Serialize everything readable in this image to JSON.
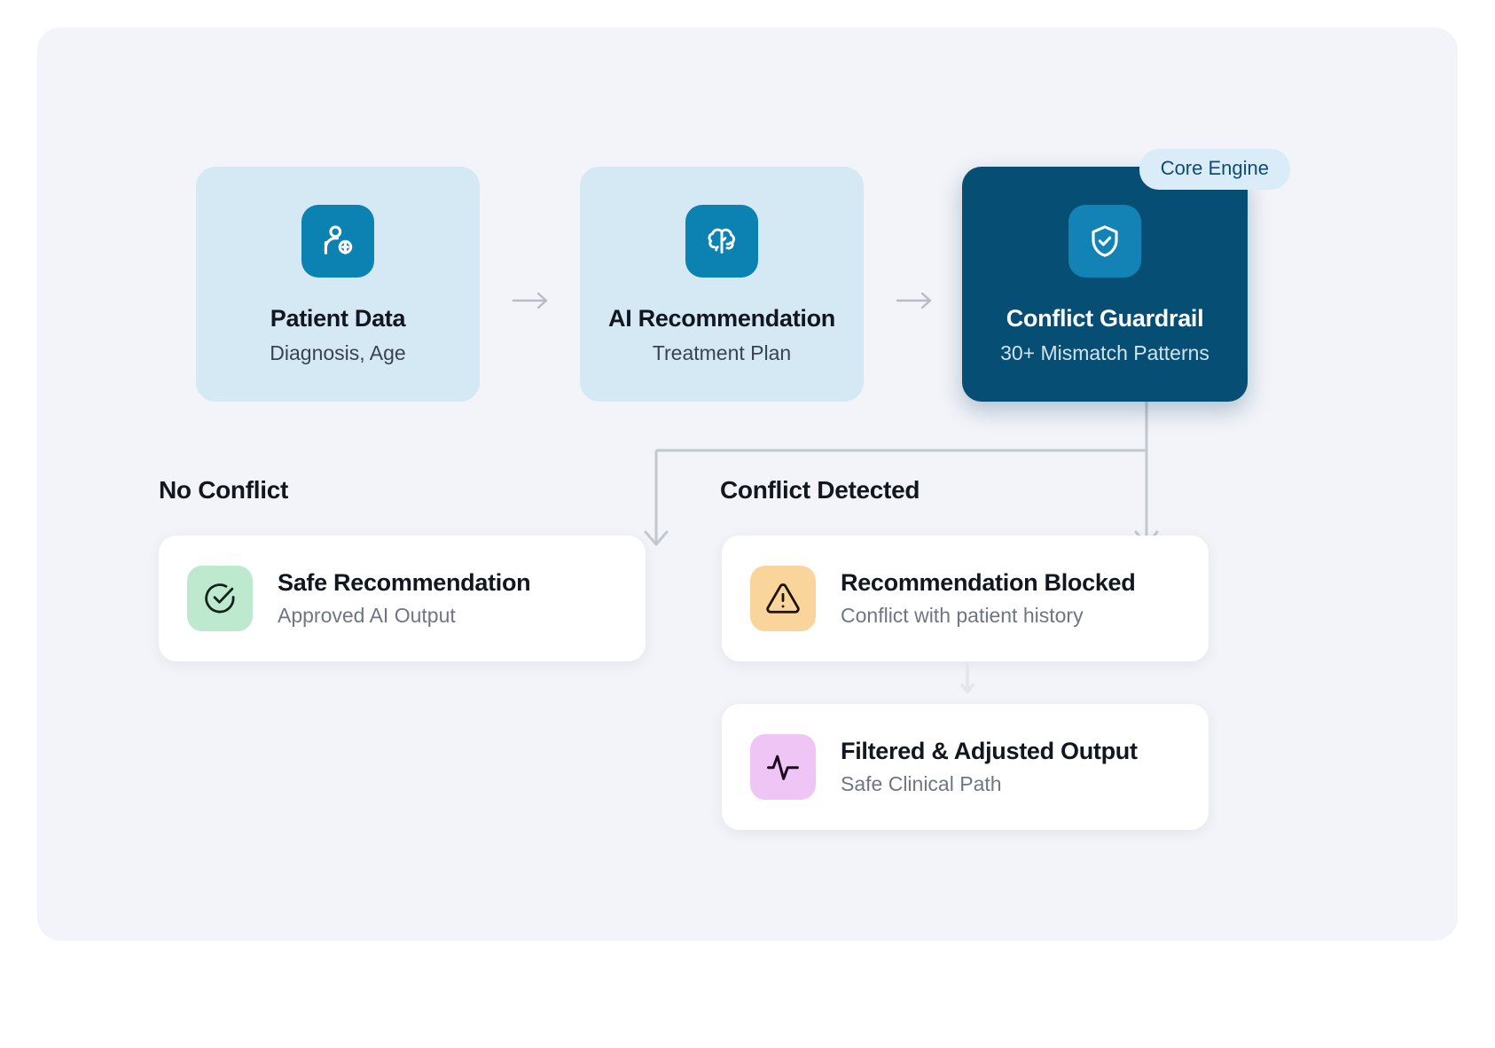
{
  "colors": {
    "panel_bg": "#f2f4f9",
    "stage_card_bg": "#d4e9f3",
    "core_card_bg": "#064e74",
    "icon_blue": "#0b82b2",
    "badge_bg": "#d9ecf7",
    "badge_text": "#0f4c72",
    "green": "#bdeacf",
    "orange": "#fad59b",
    "purple": "#eec5f4",
    "connector": "#c3c7cf",
    "title": "#12161f",
    "subtitle": "#6f7683"
  },
  "pipeline": {
    "badge": "Core Engine",
    "stages": [
      {
        "icon": "patient-add-icon",
        "title": "Patient Data",
        "subtitle": "Diagnosis, Age",
        "highlighted": false
      },
      {
        "icon": "brain-icon",
        "title": "AI Recommendation",
        "subtitle": "Treatment Plan",
        "highlighted": false
      },
      {
        "icon": "shield-check-icon",
        "title": "Conflict Guardrail",
        "subtitle": "30+ Mismatch Patterns",
        "highlighted": true
      }
    ]
  },
  "branches": {
    "left": {
      "label": "No Conflict",
      "cards": [
        {
          "icon": "check-circle-icon",
          "icon_color": "green",
          "title": "Safe Recommendation",
          "subtitle": "Approved AI Output"
        }
      ]
    },
    "right": {
      "label": "Conflict Detected",
      "cards": [
        {
          "icon": "alert-triangle-icon",
          "icon_color": "orange",
          "title": "Recommendation Blocked",
          "subtitle": "Conflict with patient history"
        },
        {
          "icon": "activity-pulse-icon",
          "icon_color": "purple",
          "title": "Filtered & Adjusted Output",
          "subtitle": "Safe Clinical Path"
        }
      ]
    }
  }
}
